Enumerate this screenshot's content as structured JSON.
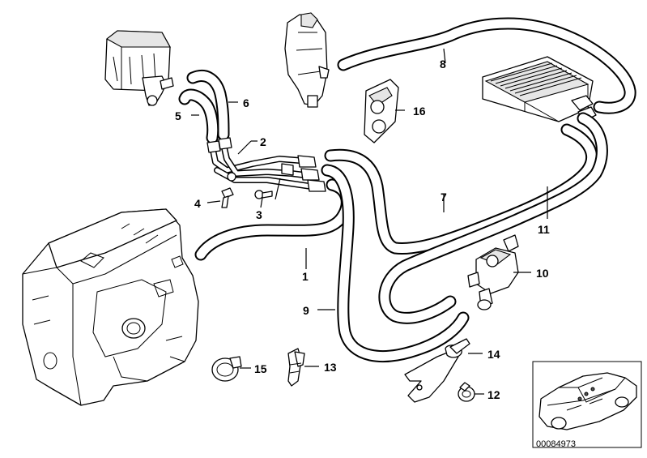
{
  "callouts": {
    "c1": "1",
    "c2": "2",
    "c3": "3",
    "c4": "4",
    "c5": "5",
    "c6": "6",
    "c7": "7",
    "c8": "8",
    "c9": "9",
    "c10": "10",
    "c11": "11",
    "c12": "12",
    "c13": "13",
    "c14": "14",
    "c15": "15",
    "c16": "16"
  },
  "inset": {
    "doc_number": "00084973"
  }
}
